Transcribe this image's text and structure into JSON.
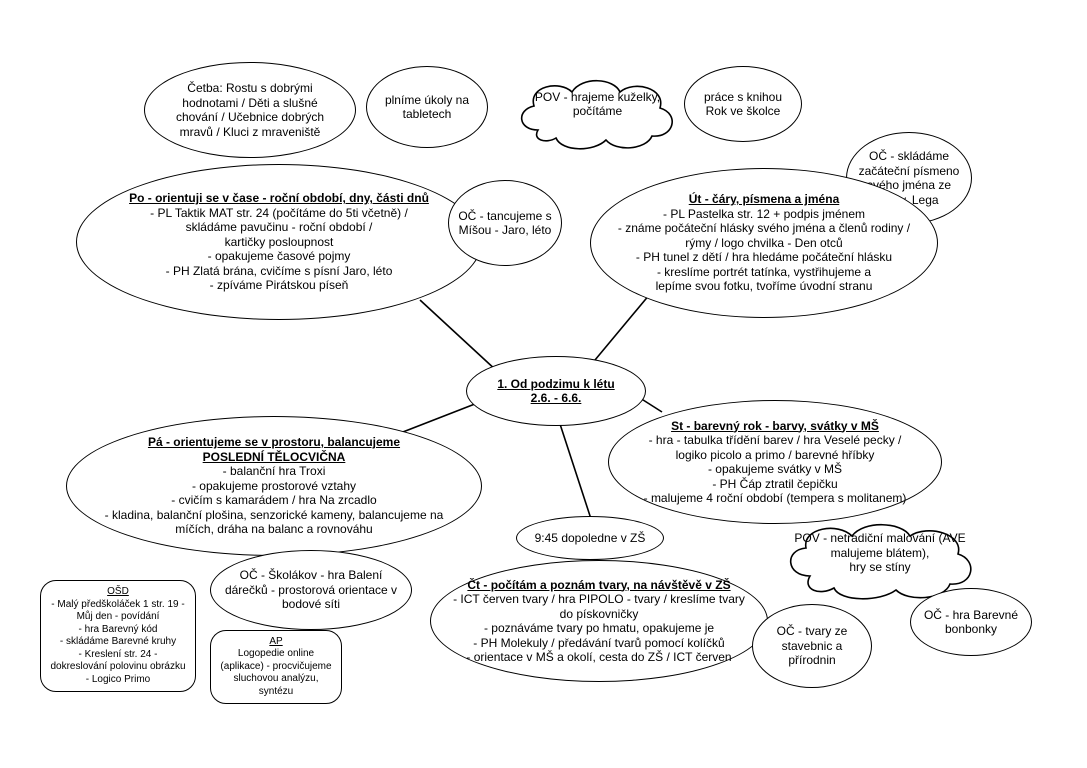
{
  "center": {
    "line1": "1. Od podzimu k létu",
    "line2": "2.6. - 6.6."
  },
  "top_bubbles": {
    "cetba": [
      "Četba: Rostu s dobrými",
      "hodnotami  / Děti a slušné",
      "chování / Učebnice dobrých",
      "mravů / Kluci z mraveniště"
    ],
    "tablety": [
      "plníme úkoly na",
      "tabletech"
    ],
    "pov_kuzelky": [
      "POV - hrajeme kuželky,",
      "počítáme"
    ],
    "kniha": [
      "práce s knihou",
      "Rok ve školce"
    ]
  },
  "po": {
    "title": "Po - orientuji se v čase - roční období, dny, části dnů",
    "lines": [
      "-  PL Taktik MAT str. 24 (počítáme do 5ti včetně) /",
      "skládáme pavučinu - roční období /",
      "kartičky posloupnost",
      "- opakujeme časové pojmy",
      "-  PH Zlatá brána, cvičíme s písní Jaro, léto",
      "- zpíváme Pirátskou píseň"
    ]
  },
  "oc_tancujeme": [
    "OČ - tancujeme s",
    "Míšou - Jaro, léto"
  ],
  "ut": {
    "title": "Út - čáry, písmena a jména",
    "lines": [
      "- PL Pastelka str. 12 + podpis jménem",
      "- známe počáteční hlásky svého jména a členů rodiny /",
      "rýmy / logo chvilka - Den otců",
      "- PH tunel z dětí / hra hledáme počáteční hlásku",
      "- kreslíme portrét tatínka, vystřihujeme a",
      "lepíme svou fotku, tvoříme úvodní stranu"
    ]
  },
  "oc_pismeno": [
    "OČ - skládáme",
    "začáteční písmeno",
    "svého jména ze",
    "Sevy, Lega"
  ],
  "st": {
    "title": "St - barevný rok - barvy, svátky v MŠ",
    "lines": [
      "- hra  - tabulka třídění barev / hra Veselé pecky /",
      "logiko picolo a primo / barevné hříbky",
      "- opakujeme svátky v MŠ",
      "- PH Čáp ztratil čepičku",
      "- malujeme 4 roční období (tempera s molitanem)"
    ]
  },
  "pa": {
    "title1": "Pá - orientujeme se v prostoru, balancujeme",
    "title2": "POSLEDNÍ TĚLOCVIČNA",
    "lines": [
      "- balanční hra Troxi",
      "- opakujeme prostorové vztahy",
      "- cvičím s kamarádem / hra Na zrcadlo",
      "- kladina, balanční plošina, senzorické kameny, balancujeme na",
      "míčích, dráha na balanc a rovnováhu"
    ]
  },
  "zs_time": "9:45 dopoledne v ZŠ",
  "oc_skolakov": [
    "OČ - Školákov - hra Balení",
    "dárečků - prostorová orientace v",
    "bodové síti"
  ],
  "ct": {
    "title": "Čt - počítám a poznám tvary, na návštěvě v ZŠ",
    "lines": [
      "- ICT červen tvary / hra PIPOLO - tvary / kreslíme tvary",
      "do pískovničky",
      "- poznáváme tvary po hmatu, opakujeme je",
      "- PH Molekuly / předávání tvarů pomocí kolíčků",
      "- orientace v MŠ a okolí, cesta do ZŠ / ICT červen"
    ]
  },
  "oc_stavebnic": [
    "OČ - tvary ze",
    "stavebnic a",
    "přírodnin"
  ],
  "pov_malovani": [
    "POV - netradiční malování (AVE",
    "malujeme blátem),",
    "hry se stíny"
  ],
  "oc_bonbonky": [
    "OČ - hra Barevné",
    "bonbonky"
  ],
  "osd": {
    "title": "OŠD",
    "lines": [
      "- Malý předškoláček 1 str. 19 -",
      "Můj den - povídání",
      "- hra Barevný kód",
      "- skládáme Barevné kruhy",
      "- Kreslení str. 24 -",
      "dokreslování polovinu obrázku",
      "- Logico Primo"
    ]
  },
  "ap": {
    "title": "AP",
    "lines": [
      "Logopedie online",
      "(aplikace) - procvičujeme",
      "sluchovou analýzu,",
      "syntézu"
    ]
  },
  "colors": {
    "stroke": "#000000",
    "fill": "#ffffff"
  }
}
